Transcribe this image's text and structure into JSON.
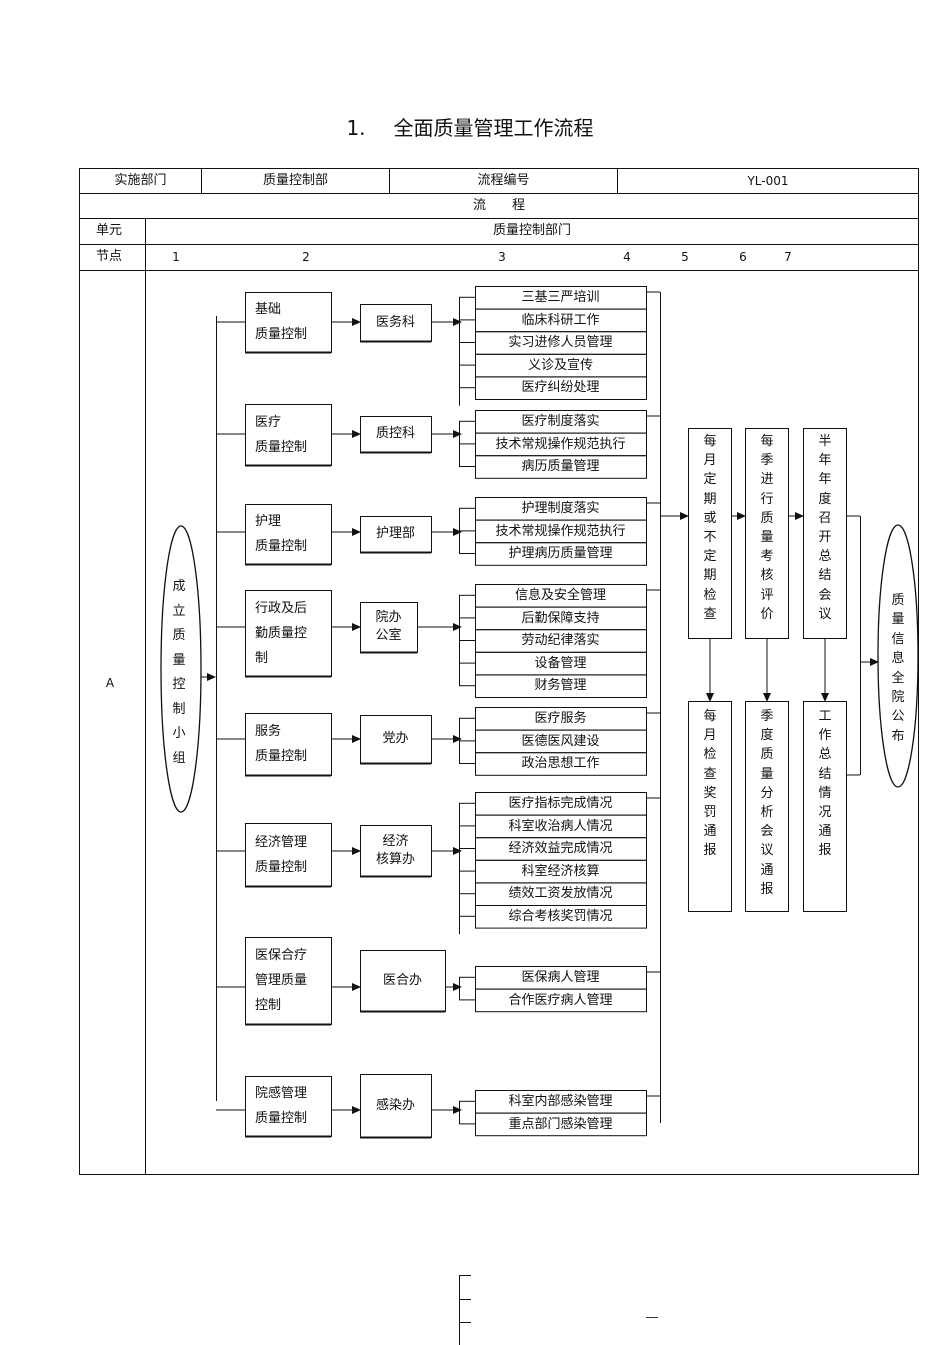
{
  "title": {
    "number": "1.",
    "text": "全面质量管理工作流程"
  },
  "table": {
    "impl_dept_label": "实施部门",
    "impl_dept_value": "质量控制部",
    "flow_no_label": "流程编号",
    "flow_no_value": "YL-001",
    "flow_label": "流　　程",
    "unit_label": "单元",
    "unit_value": "质量控制部门",
    "node_label": "节点",
    "node_numbers": [
      "1",
      "2",
      "3",
      "4",
      "5",
      "6",
      "7"
    ],
    "row_label": "A"
  },
  "start_node": "成立质量控制小组",
  "groups": [
    {
      "control": "基础质量控制",
      "dept": "医务科",
      "tasks": [
        "三基三严培训",
        "临床科研工作",
        "实习进修人员管理",
        "义诊及宣传",
        "医疗纠纷处理"
      ]
    },
    {
      "control": "医疗质量控制",
      "dept": "质控科",
      "tasks": [
        "医疗制度落实",
        "技术常规操作规范执行",
        "病历质量管理"
      ]
    },
    {
      "control": "护理质量控制",
      "dept": "护理部",
      "tasks": [
        "护理制度落实",
        "技术常规操作规范执行",
        "护理病历质量管理"
      ]
    },
    {
      "control": "行政及后勤质量控制",
      "dept": "院办公室",
      "tasks": [
        "信息及安全管理",
        "后勤保障支持",
        "劳动纪律落实",
        "设备管理",
        "财务管理"
      ]
    },
    {
      "control": "服务质量控制",
      "dept": "党办",
      "tasks": [
        "医疗服务",
        "医德医风建设",
        "政治思想工作"
      ]
    },
    {
      "control": "经济管理质量控制",
      "dept": "经济核算办",
      "tasks": [
        "医疗指标完成情况",
        "科室收治病人情况",
        "经济效益完成情况",
        "科室经济核算",
        "绩效工资发放情况",
        "综合考核奖罚情况"
      ]
    },
    {
      "control": "医保合疗管理质量控制",
      "dept": "医合办",
      "tasks": [
        "医保病人管理",
        "合作医疗病人管理"
      ]
    },
    {
      "control": "院感管理质量控制",
      "dept": "感染办",
      "tasks": [
        "科室内部感染管理",
        "重点部门感染管理"
      ]
    }
  ],
  "steps_top": [
    "每月定期或不定期检查",
    "每季进行质量考核评价",
    "半年年度召开总结会议"
  ],
  "steps_bottom": [
    "每月检查奖罚通报",
    "季度质量分析会议通报",
    "工作总结情况通报"
  ],
  "end_node": "质量信息全院公布",
  "footer_dash": "—"
}
